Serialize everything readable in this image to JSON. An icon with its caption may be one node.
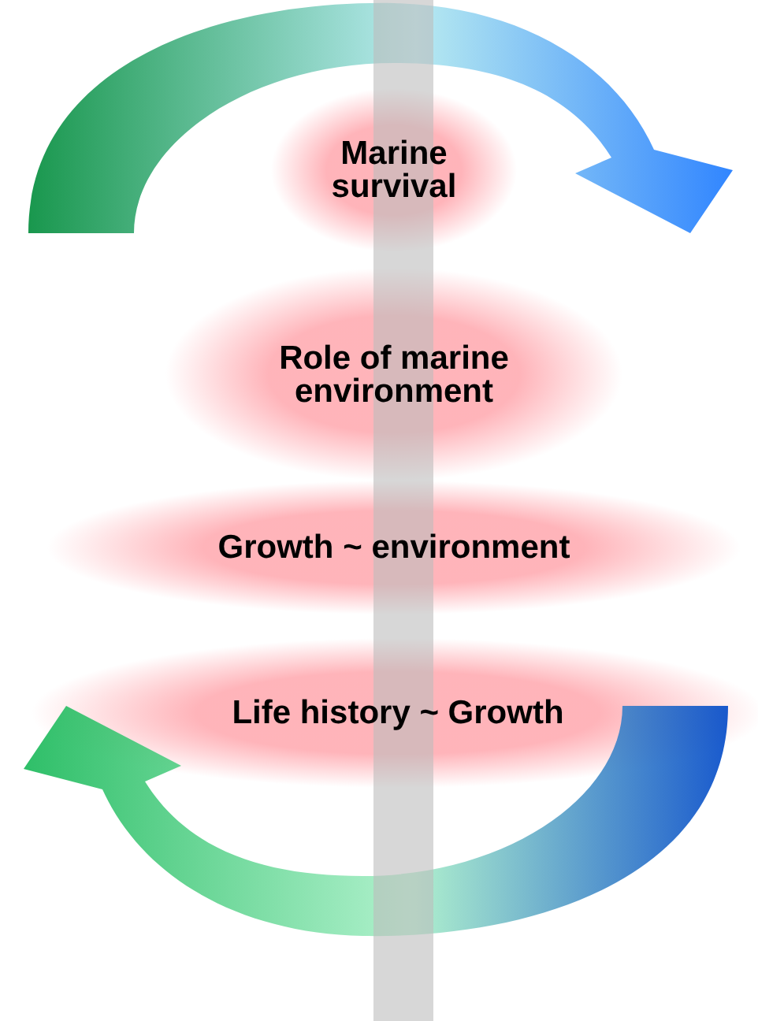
{
  "diagram": {
    "nodes": [
      {
        "text": [
          "Marine survival"
        ]
      },
      {
        "text": [
          "Role of marine environment"
        ]
      },
      {
        "text": [
          "Growth ~ environment"
        ]
      },
      {
        "text": [
          "Life history ~ Growth"
        ]
      }
    ]
  }
}
